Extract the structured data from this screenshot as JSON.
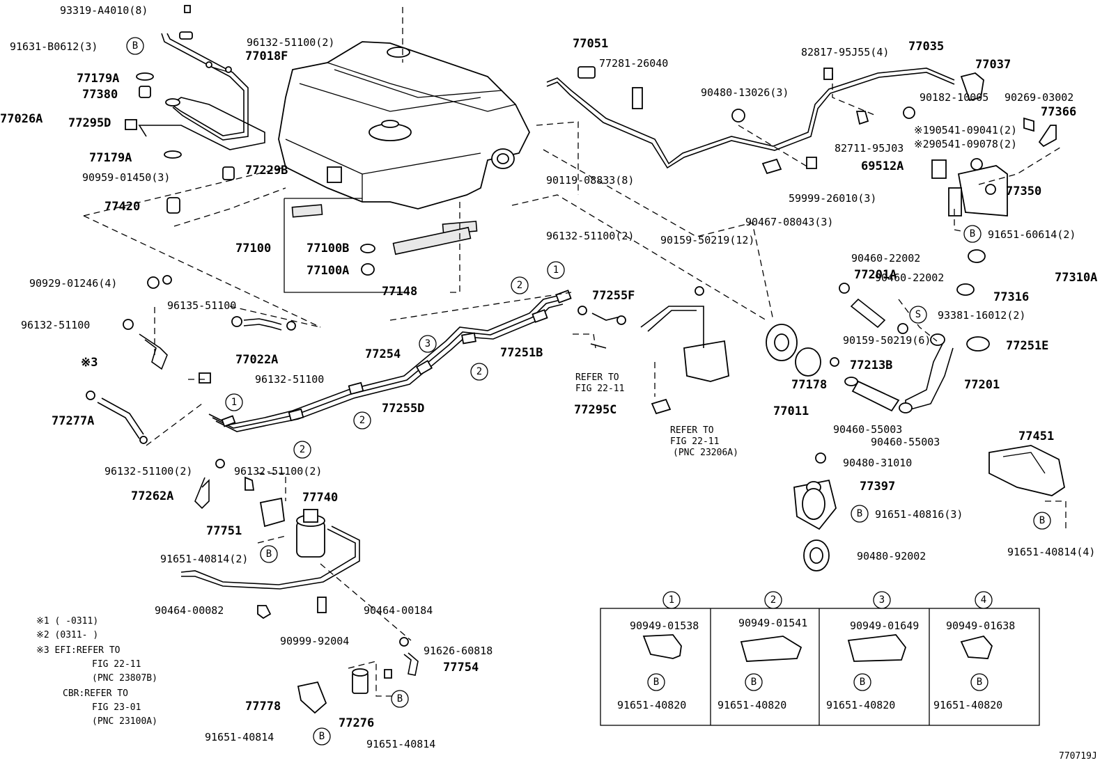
{
  "diagram_id": "770719J",
  "labels": [
    {
      "id": "l01",
      "text": "93319-A4010(8)"
    },
    {
      "id": "l02",
      "text": "91631-B0612(3)"
    },
    {
      "id": "l03",
      "text": "96132-51100(2)"
    },
    {
      "id": "l04",
      "text": "77018F"
    },
    {
      "id": "l05",
      "text": "77179A"
    },
    {
      "id": "l06",
      "text": "77380"
    },
    {
      "id": "l07",
      "text": "77026A"
    },
    {
      "id": "l08",
      "text": "77295D"
    },
    {
      "id": "l09",
      "text": "77179A"
    },
    {
      "id": "l10",
      "text": "90959-01450(3)"
    },
    {
      "id": "l11",
      "text": "77229B"
    },
    {
      "id": "l12",
      "text": "77420"
    },
    {
      "id": "l13",
      "text": "77100"
    },
    {
      "id": "l14",
      "text": "77100B"
    },
    {
      "id": "l15",
      "text": "77100A"
    },
    {
      "id": "l16",
      "text": "77148"
    },
    {
      "id": "l17",
      "text": "90119-08833(8)"
    },
    {
      "id": "l18",
      "text": "77051"
    },
    {
      "id": "l19",
      "text": "77281-26040"
    },
    {
      "id": "l20",
      "text": "82817-95J55(4)"
    },
    {
      "id": "l21",
      "text": "77035"
    },
    {
      "id": "l22",
      "text": "77037"
    },
    {
      "id": "l23",
      "text": "90480-13026(3)"
    },
    {
      "id": "l24",
      "text": "90182-10005"
    },
    {
      "id": "l25",
      "text": "90269-03002"
    },
    {
      "id": "l26",
      "text": "77366"
    },
    {
      "id": "l27",
      "text": "※190541-09041(2)"
    },
    {
      "id": "l28",
      "text": "※290541-09078(2)"
    },
    {
      "id": "l29",
      "text": "82711-95J03"
    },
    {
      "id": "l30",
      "text": "69512A"
    },
    {
      "id": "l31",
      "text": "77350"
    },
    {
      "id": "l32",
      "text": "59999-26010(3)"
    },
    {
      "id": "l33",
      "text": "90467-08043(3)"
    },
    {
      "id": "l34",
      "text": "91651-60614(2)"
    },
    {
      "id": "l35",
      "text": "90929-01246(4)"
    },
    {
      "id": "l36",
      "text": "96135-51100"
    },
    {
      "id": "l37",
      "text": "96132-51100"
    },
    {
      "id": "l38",
      "text": "77022A"
    },
    {
      "id": "l39",
      "text": "96132-51100"
    },
    {
      "id": "l40",
      "text": "※3"
    },
    {
      "id": "l41",
      "text": "77254"
    },
    {
      "id": "l42",
      "text": "77251B"
    },
    {
      "id": "l43",
      "text": "77255D"
    },
    {
      "id": "l44",
      "text": "96132-51100(2)"
    },
    {
      "id": "l45",
      "text": "77255F"
    },
    {
      "id": "l46",
      "text": "90159-50219(12)"
    },
    {
      "id": "l47",
      "text": "90460-22002"
    },
    {
      "id": "l48",
      "text": "77201A"
    },
    {
      "id": "l49",
      "text": "90460-22002"
    },
    {
      "id": "l50",
      "text": "77316"
    },
    {
      "id": "l51",
      "text": "77310A"
    },
    {
      "id": "l52",
      "text": "93381-16012(2)"
    },
    {
      "id": "l53",
      "text": "77251E"
    },
    {
      "id": "l54",
      "text": "90159-50219(6)"
    },
    {
      "id": "l55",
      "text": "77213B"
    },
    {
      "id": "l56",
      "text": "77178"
    },
    {
      "id": "l57",
      "text": "77201"
    },
    {
      "id": "l58",
      "text": "77011"
    },
    {
      "id": "l59",
      "text": "90460-55003"
    },
    {
      "id": "l60",
      "text": "90460-55003"
    },
    {
      "id": "l61",
      "text": "77277A"
    },
    {
      "id": "l62",
      "text": "96132-51100(2)"
    },
    {
      "id": "l63",
      "text": "96132-51100(2)"
    },
    {
      "id": "l64",
      "text": "77262A"
    },
    {
      "id": "l65",
      "text": "77740"
    },
    {
      "id": "l66",
      "text": "77751"
    },
    {
      "id": "l67",
      "text": "91651-40814(2)"
    },
    {
      "id": "l68",
      "text": "77295C"
    },
    {
      "id": "l69",
      "text": "90480-31010"
    },
    {
      "id": "l70",
      "text": "77397"
    },
    {
      "id": "l71",
      "text": "91651-40816(3)"
    },
    {
      "id": "l72",
      "text": "90480-92002"
    },
    {
      "id": "l73",
      "text": "77451"
    },
    {
      "id": "l74",
      "text": "91651-40814(4)"
    },
    {
      "id": "l75",
      "text": "90464-00082"
    },
    {
      "id": "l76",
      "text": "90464-00184"
    },
    {
      "id": "l77",
      "text": "90999-92004"
    },
    {
      "id": "l78",
      "text": "91626-60818"
    },
    {
      "id": "l79",
      "text": "77754"
    },
    {
      "id": "l80",
      "text": "77778"
    },
    {
      "id": "l81",
      "text": "77276"
    },
    {
      "id": "l82",
      "text": "91651-40814"
    },
    {
      "id": "l83",
      "text": "91651-40814"
    }
  ],
  "refer_notes": [
    {
      "id": "r1",
      "lines": [
        "REFER TO",
        "FIG 22-11"
      ]
    },
    {
      "id": "r2",
      "lines": [
        "REFER TO",
        "FIG 22-11",
        "(PNC 23206A)"
      ]
    }
  ],
  "footnotes": [
    "※1 (     -0311)",
    "※2 (0311-     )",
    "※3  EFI:REFER TO",
    "FIG  22-11",
    "(PNC 23807B)",
    "CBR:REFER TO",
    "FIG  23-01",
    "(PNC 23100A)"
  ],
  "callout_markers": {
    "B": "B",
    "S": "S",
    "one": "1",
    "two": "2",
    "three": "3",
    "four": "4"
  },
  "clamp_table": [
    {
      "num": "1",
      "part": "90949-01538",
      "bolt": "91651-40820"
    },
    {
      "num": "2",
      "part": "90949-01541",
      "bolt": "91651-40820"
    },
    {
      "num": "3",
      "part": "90949-01649",
      "bolt": "91651-40820"
    },
    {
      "num": "4",
      "part": "90949-01638",
      "bolt": "91651-40820"
    }
  ]
}
